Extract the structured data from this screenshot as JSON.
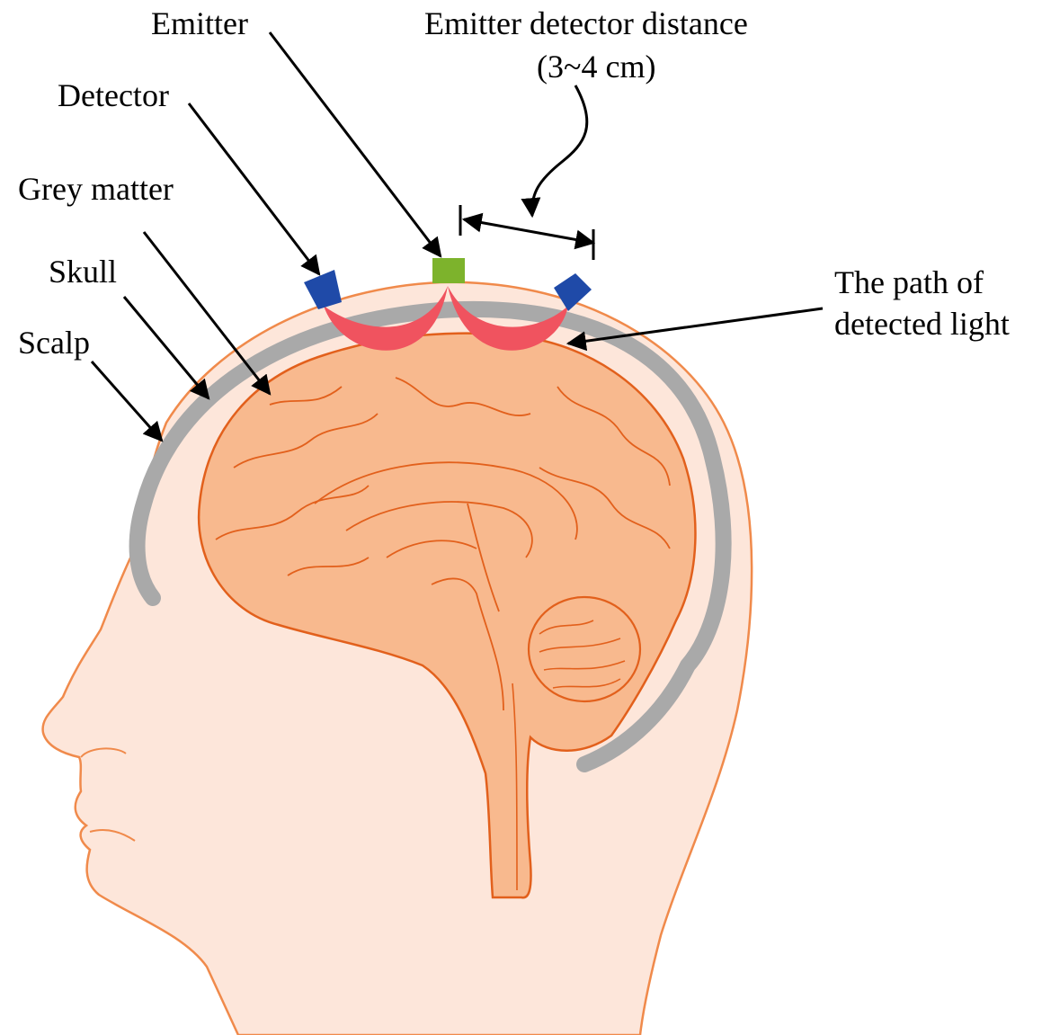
{
  "labels": {
    "emitter": "Emitter",
    "distance_line1": "Emitter detector distance",
    "distance_line2": "(3~4 cm)",
    "detector": "Detector",
    "grey_matter": "Grey matter",
    "skull": "Skull",
    "scalp": "Scalp",
    "path_line1": "The path of",
    "path_line2": "detected light"
  },
  "colors": {
    "head_fill": "#fde6da",
    "head_outline": "#f08a4b",
    "skull": "#a9a9a9",
    "brain": "#f8b98e",
    "brain_line": "#e2601c",
    "light_path": "#f0535f",
    "detector": "#1f4aa8",
    "emitter": "#7db32c",
    "arrow": "#000000"
  }
}
